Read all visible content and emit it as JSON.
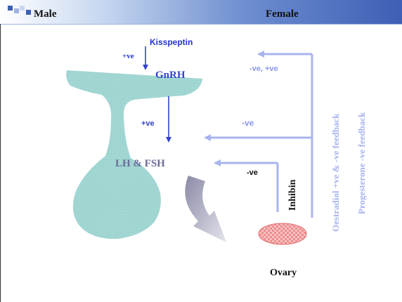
{
  "header": {
    "left_label": "Male",
    "right_label": "Female"
  },
  "diagram": {
    "kisspeptin": "Kisspeptin",
    "plus_top": "+ve",
    "gnrh": "GnRH",
    "plus_mid": "+ve",
    "lh_fsh": "LH & FSH",
    "neg_pos": "-ve, +ve",
    "neg_mid": "-ve",
    "neg_inhibin": "-ve",
    "inhibin": "Inhibin",
    "oestradiol": "Oestradiol +ve & -ve feedback",
    "progesterone": "Progesterone -ve feedback",
    "ovary": "Ovary"
  },
  "colors": {
    "pituitary": "#9fd5d1",
    "arrow_dark": "#3344cc",
    "arrow_light": "#a8b4ef",
    "label_blue": "#2233cc",
    "label_lightblue": "#8c95f0",
    "label_grey": "#6b6b9a",
    "ovary_fill": "#f5a9a9"
  }
}
